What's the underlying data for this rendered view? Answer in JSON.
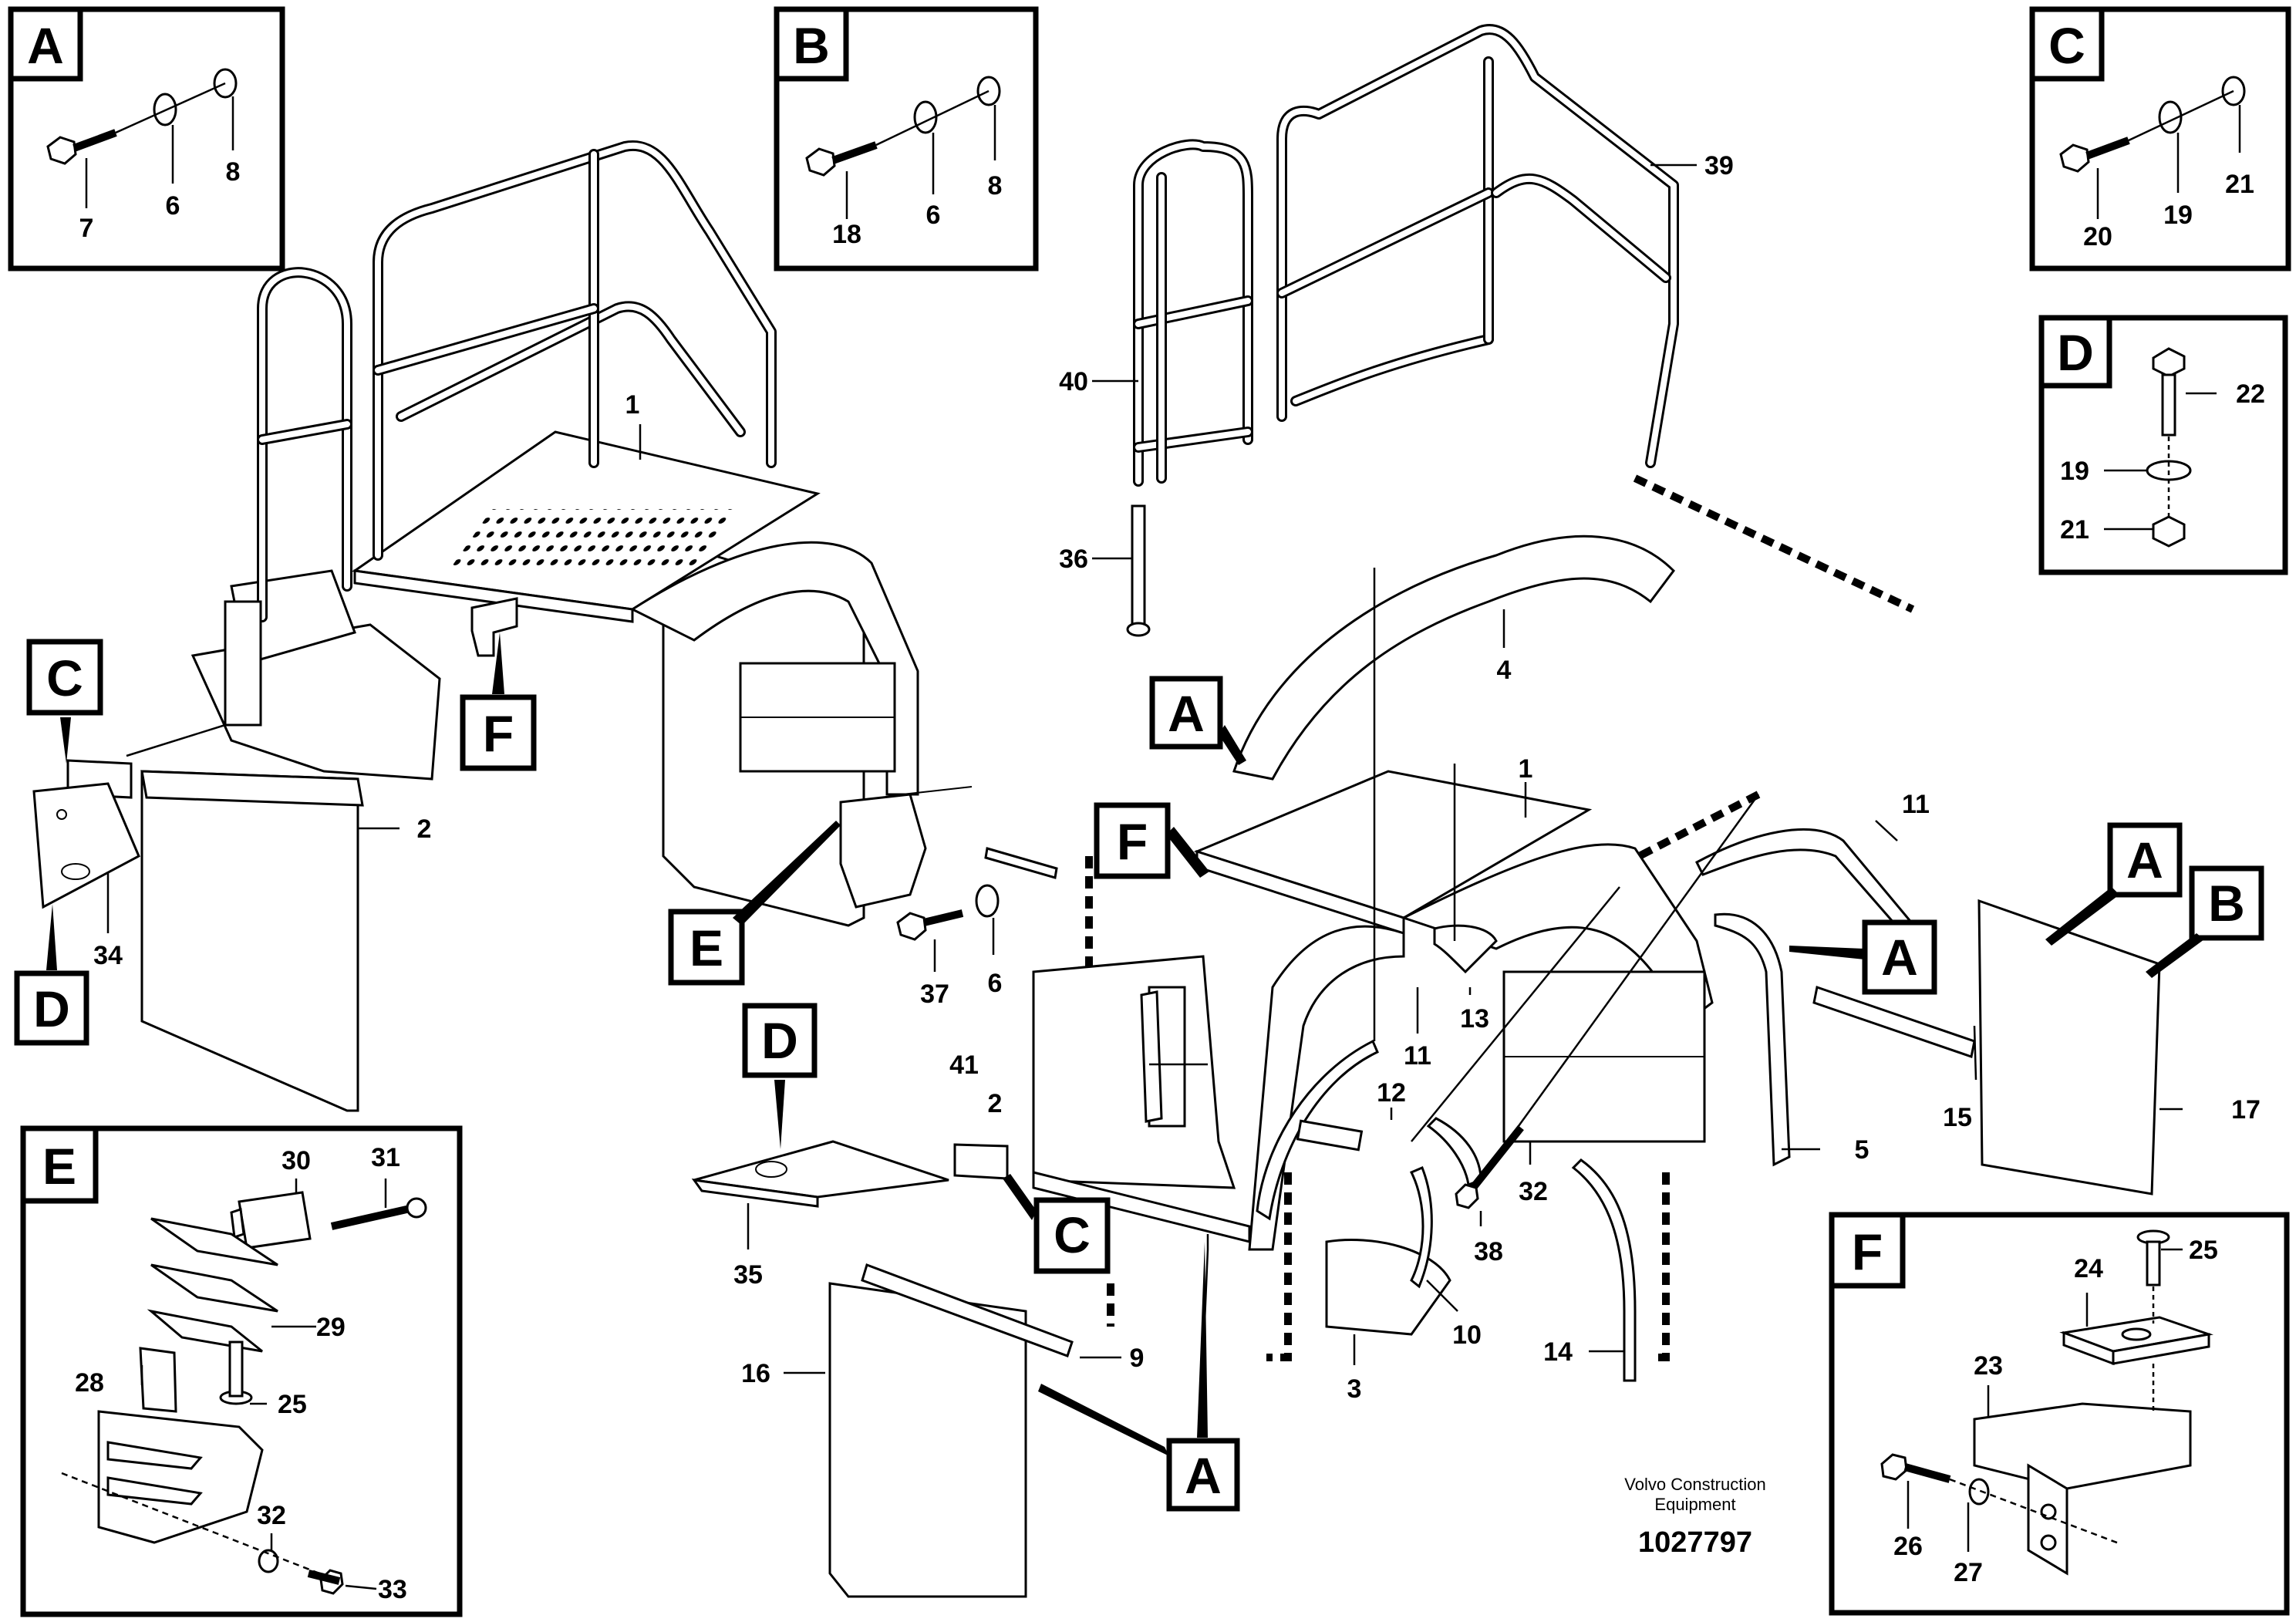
{
  "detail_boxes": {
    "A": {
      "letter": "A",
      "parts": [
        "7",
        "6",
        "8"
      ]
    },
    "B": {
      "letter": "B",
      "parts": [
        "18",
        "6",
        "8"
      ]
    },
    "C": {
      "letter": "C",
      "parts": [
        "20",
        "19",
        "21"
      ]
    },
    "D": {
      "letter": "D",
      "parts": [
        "22",
        "19",
        "21"
      ]
    },
    "E": {
      "letter": "E",
      "parts": [
        "30",
        "31",
        "29",
        "28",
        "25",
        "32",
        "33"
      ]
    },
    "F": {
      "letter": "F",
      "parts": [
        "24",
        "25",
        "23",
        "26",
        "27"
      ]
    }
  },
  "callouts": {
    "left_assembly": {
      "C": "C",
      "D": "D",
      "F": "F",
      "E": "E"
    },
    "right_assembly": {
      "A_top": "A",
      "F": "F",
      "D": "D",
      "C": "C",
      "A_bottom": "A",
      "A_mid": "A",
      "A_right": "A",
      "B_right": "B"
    }
  },
  "part_labels": {
    "left": [
      "1",
      "2",
      "34"
    ],
    "right": [
      "39",
      "40",
      "36",
      "4",
      "1",
      "11",
      "11",
      "13",
      "12",
      "41",
      "2",
      "37",
      "6",
      "35",
      "16",
      "9",
      "3",
      "10",
      "14",
      "32",
      "38",
      "5",
      "15",
      "17"
    ]
  },
  "footer": {
    "brand_line1": "Volvo Construction",
    "brand_line2": "Equipment",
    "drawing_number": "1027797"
  }
}
